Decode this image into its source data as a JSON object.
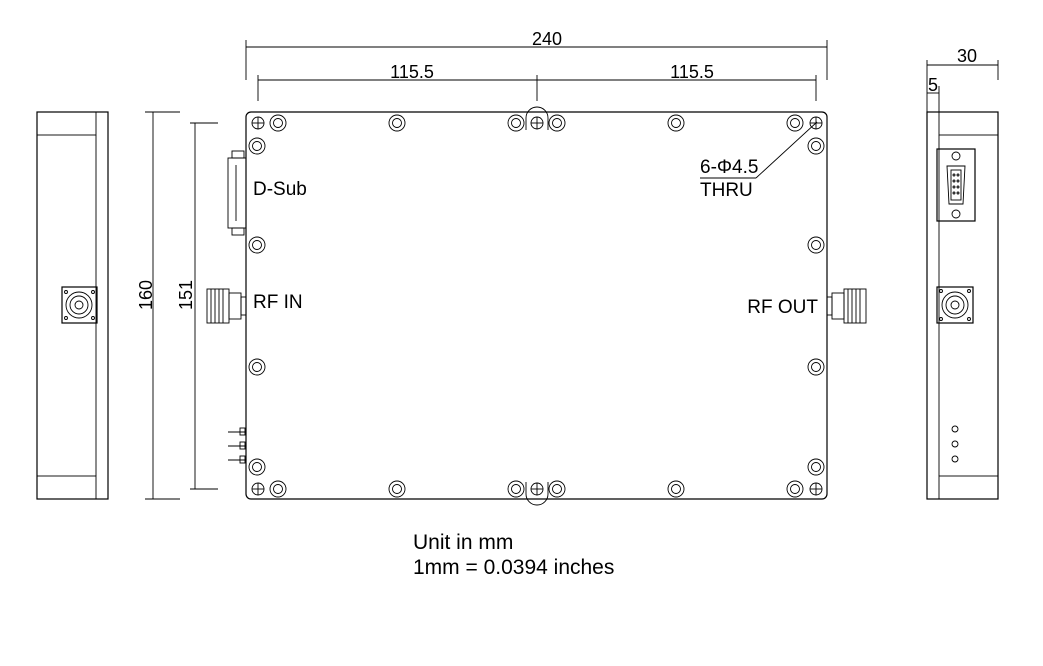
{
  "dimensions": {
    "total_width": "240",
    "half_left": "115.5",
    "half_right": "115.5",
    "total_height": "160",
    "hole_height": "151",
    "side_depth": "30",
    "side_offset": "5"
  },
  "labels": {
    "dsub": "D-Sub",
    "rf_in": "RF IN",
    "rf_out": "RF OUT",
    "holes_line1": "6-Φ4.5",
    "holes_line2": "THRU"
  },
  "notes": {
    "unit": "Unit in mm",
    "conversion": "1mm = 0.0394 inches"
  }
}
